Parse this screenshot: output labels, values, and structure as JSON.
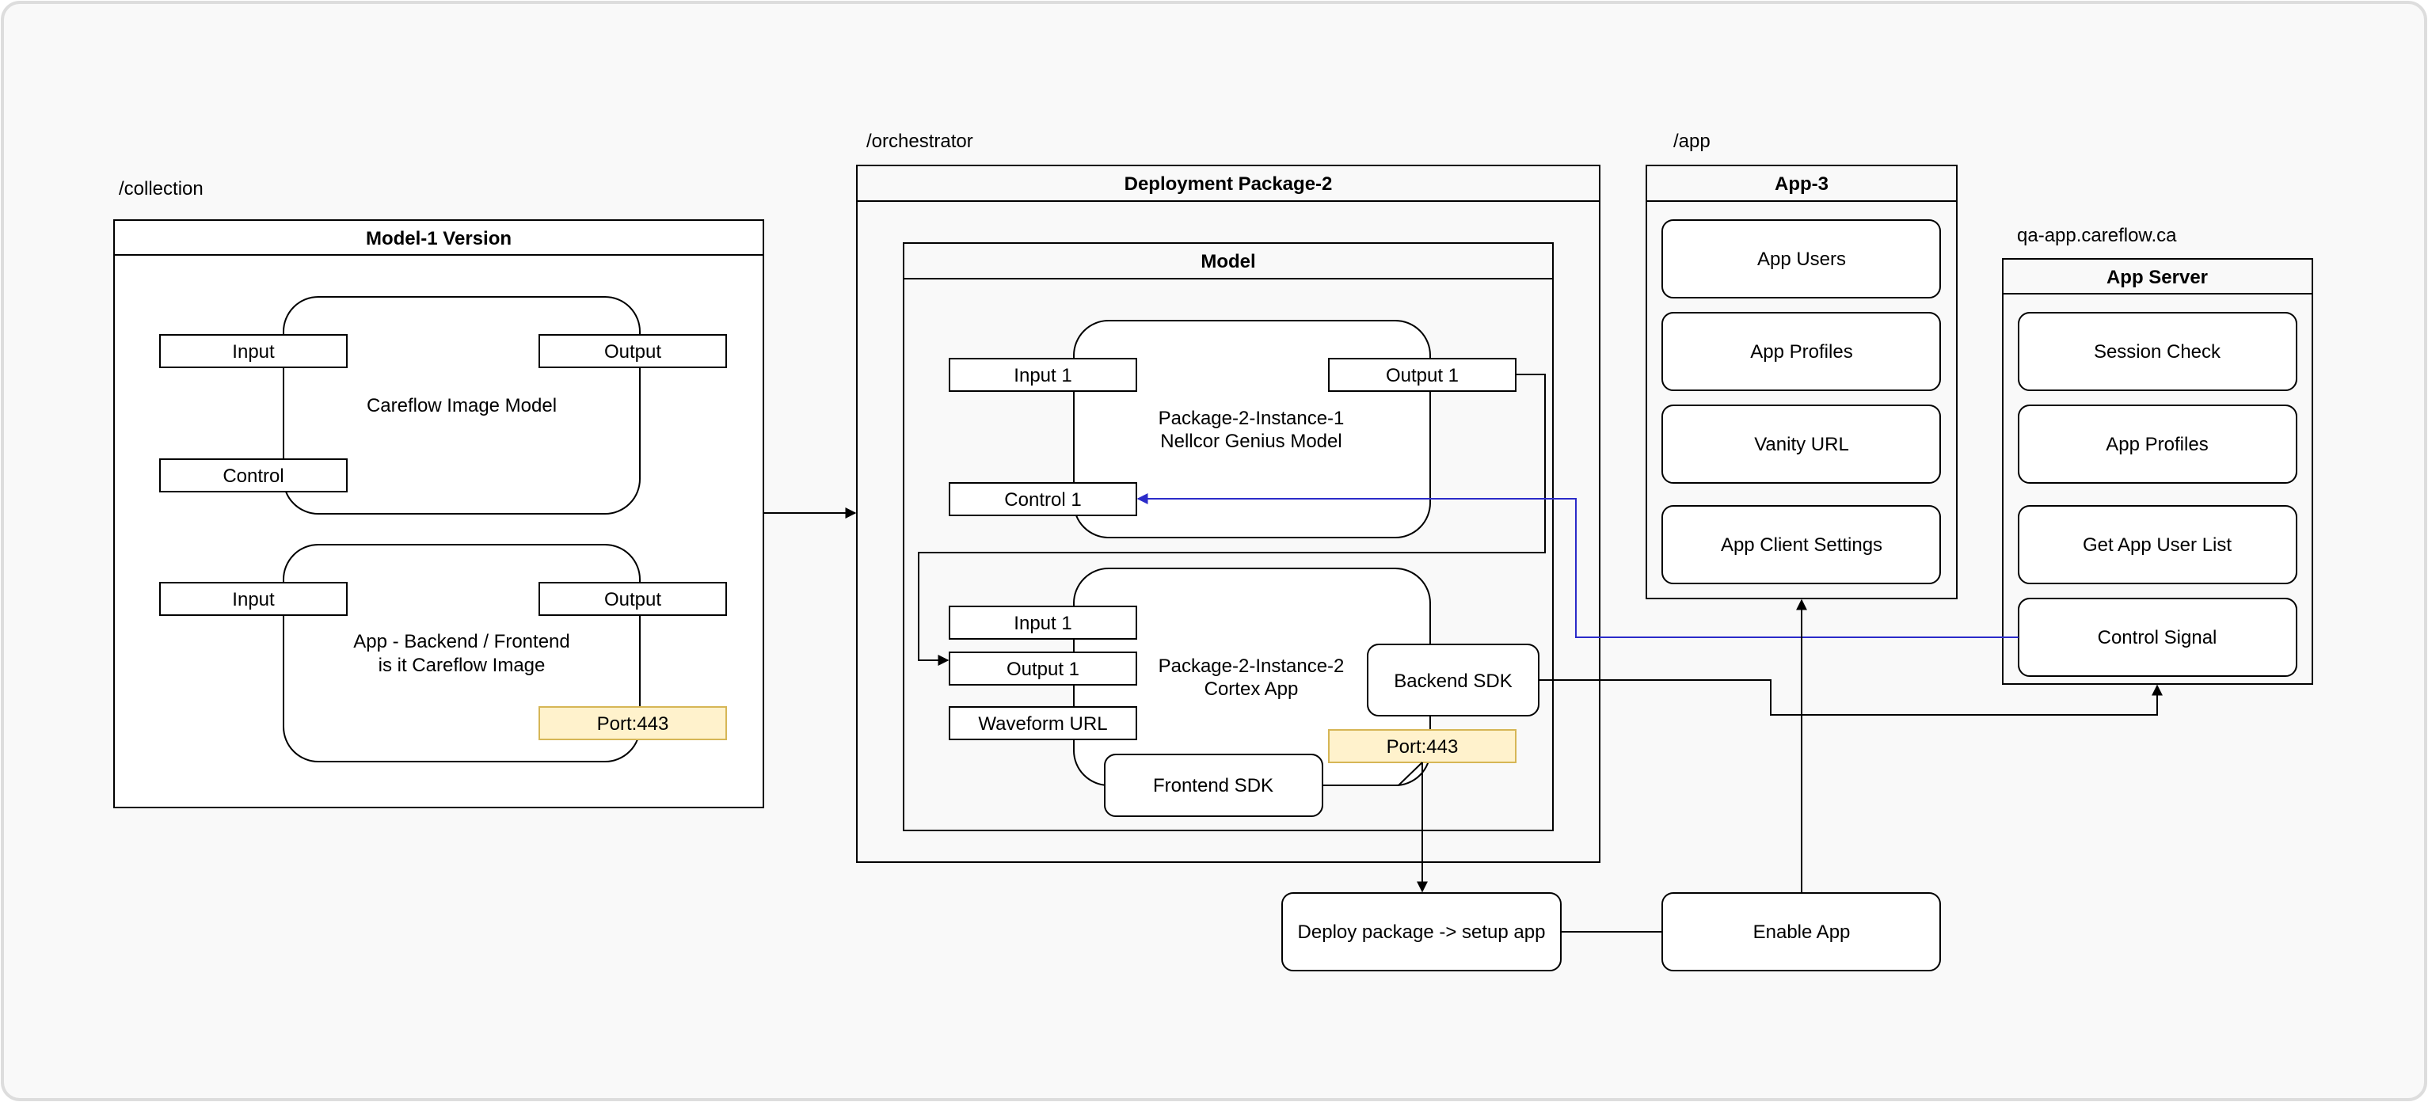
{
  "diagram": {
    "collection": {
      "path": "/collection",
      "title": "Model-1 Version",
      "model1": {
        "name": "Careflow Image Model",
        "input": "Input",
        "output": "Output",
        "control": "Control"
      },
      "model2": {
        "name_line1": "App - Backend / Frontend",
        "name_line2": "is it Careflow Image",
        "input": "Input",
        "output": "Output",
        "port": "Port:443"
      }
    },
    "orchestrator": {
      "path": "/orchestrator",
      "title": "Deployment Package-2",
      "model_title": "Model",
      "instance1": {
        "name_line1": "Package-2-Instance-1",
        "name_line2": "Nellcor Genius Model",
        "input": "Input 1",
        "output": "Output 1",
        "control": "Control 1"
      },
      "instance2": {
        "name_line1": "Package-2-Instance-2",
        "name_line2": "Cortex App",
        "input": "Input 1",
        "output": "Output 1",
        "waveform": "Waveform URL",
        "backend_sdk": "Backend SDK",
        "frontend_sdk": "Frontend SDK",
        "port": "Port:443"
      }
    },
    "app": {
      "path": "/app",
      "title": "App-3",
      "items": [
        "App Users",
        "App Profiles",
        "Vanity URL",
        "App Client Settings"
      ]
    },
    "server": {
      "path": "qa-app.careflow.ca",
      "title": "App Server",
      "items": [
        "Session Check",
        "App Profiles",
        "Get App User List",
        "Control Signal"
      ]
    },
    "deploy": "Deploy package -> setup app",
    "enable": "Enable App",
    "colors": {
      "port_fill": "#fff2cc",
      "port_stroke": "#d6b656",
      "control_line": "#2b2bc9",
      "background": "#f9f9f9",
      "frame": "#dddddd"
    }
  }
}
